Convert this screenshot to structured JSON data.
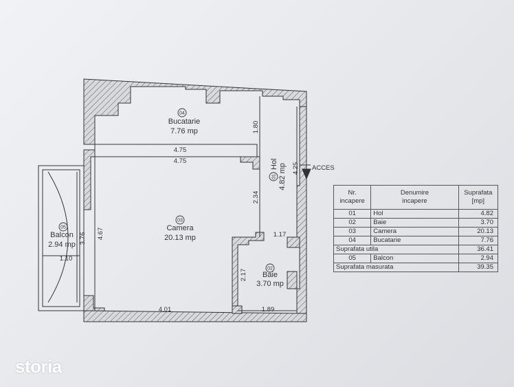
{
  "rooms": {
    "bucatarie": {
      "num": "04",
      "name": "Bucatarie",
      "area": "7.76 mp"
    },
    "hol": {
      "num": "01",
      "name": "Hol",
      "area": "4.82 mp"
    },
    "camera": {
      "num": "03",
      "name": "Camera",
      "area": "20.13 mp"
    },
    "baie": {
      "num": "02",
      "name": "Baie",
      "area": "3.70 mp"
    },
    "balcon": {
      "num": "05",
      "name": "Balcon",
      "area": "2.94 mp"
    }
  },
  "dimensions": {
    "kitchen_width": "4.75",
    "camera_width": "4.75",
    "kitchen_depth": "1.80",
    "hol_length": "4.25",
    "camera_right": "2.34",
    "camera_left": "4.67",
    "balcon_len": "3.76",
    "balcon_width": "1.10",
    "baie_top": "1.17",
    "baie_side": "2.17",
    "camera_bottom": "4.01",
    "baie_bottom": "1.89"
  },
  "access_label": "ACCES",
  "legend": {
    "header": {
      "nr": [
        "Nr.",
        "incapere"
      ],
      "name": [
        "Denumire",
        "incapere"
      ],
      "area": [
        "Suprafata",
        "[mp]"
      ]
    },
    "rows": [
      {
        "nr": "01",
        "name": "Hol",
        "area": "4.82"
      },
      {
        "nr": "02",
        "name": "Baie",
        "area": "3.70"
      },
      {
        "nr": "03",
        "name": "Camera",
        "area": "20.13"
      },
      {
        "nr": "04",
        "name": "Bucatarie",
        "area": "7.76"
      }
    ],
    "util": {
      "label": "Suprafata utila",
      "area": "36.41"
    },
    "balcon_row": {
      "nr": "05",
      "name": "Balcon",
      "area": "2.94"
    },
    "total": {
      "label": "Suprafata masurata",
      "area": "39.35"
    }
  },
  "brand": "storia"
}
